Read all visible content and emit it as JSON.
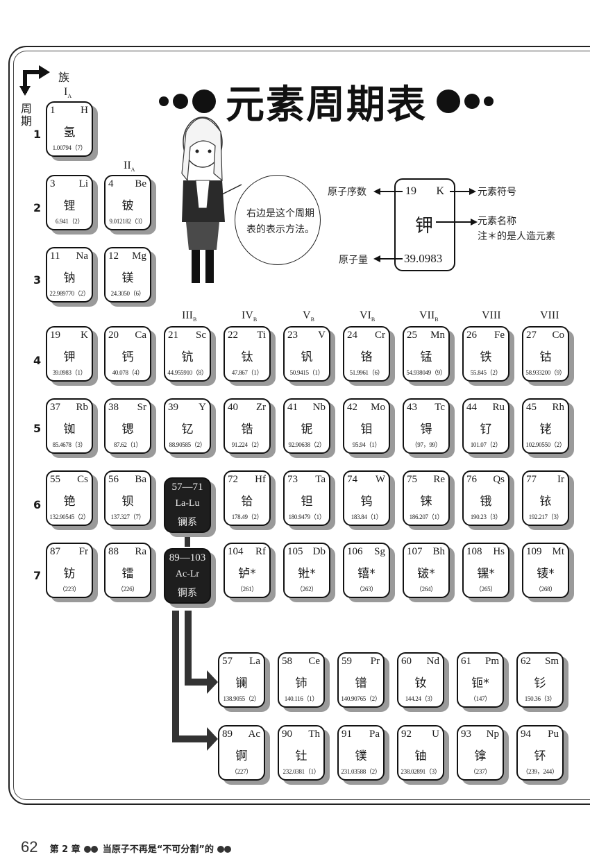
{
  "page": {
    "title": "元素周期表",
    "group_axis_label": "族",
    "period_axis_label": "周期",
    "speech_bubble": "右边是这个周期表的表示方法。",
    "legend": {
      "sample": {
        "number": "19",
        "symbol": "K",
        "name": "钾",
        "mass": "39.0983"
      },
      "atomic_number_label": "原子序数",
      "symbol_label": "元素符号",
      "name_label": "元素名称",
      "note": "注＊的是人造元素",
      "mass_label": "原子量"
    },
    "footer": {
      "page_number": "62",
      "chapter_prefix": "第 2 章",
      "chapter_title": "当原子不再是“不可分割”的"
    }
  },
  "groups": {
    "g1": "I",
    "g1_sub": "A",
    "g2": "II",
    "g2_sub": "A",
    "g3": "III",
    "g3_sub": "B",
    "g4": "IV",
    "g4_sub": "B",
    "g5": "V",
    "g5_sub": "B",
    "g6": "VI",
    "g6_sub": "B",
    "g7": "VII",
    "g7_sub": "B",
    "g8": "VIII",
    "g9": "VIII"
  },
  "periods": [
    "1",
    "2",
    "3",
    "4",
    "5",
    "6",
    "7"
  ],
  "elements": [
    {
      "n": "1",
      "s": "H",
      "c": "氢",
      "m": "1.00794（7）"
    },
    {
      "n": "3",
      "s": "Li",
      "c": "锂",
      "m": "6.941（2）"
    },
    {
      "n": "4",
      "s": "Be",
      "c": "铍",
      "m": "9.012182（3）"
    },
    {
      "n": "11",
      "s": "Na",
      "c": "钠",
      "m": "22.989770（2）"
    },
    {
      "n": "12",
      "s": "Mg",
      "c": "镁",
      "m": "24.3050（6）"
    },
    {
      "n": "19",
      "s": "K",
      "c": "钾",
      "m": "39.0983（1）"
    },
    {
      "n": "20",
      "s": "Ca",
      "c": "钙",
      "m": "40.078（4）"
    },
    {
      "n": "21",
      "s": "Sc",
      "c": "钪",
      "m": "44.955910（8）"
    },
    {
      "n": "22",
      "s": "Ti",
      "c": "钛",
      "m": "47.867（1）"
    },
    {
      "n": "23",
      "s": "V",
      "c": "钒",
      "m": "50.9415（1）"
    },
    {
      "n": "24",
      "s": "Cr",
      "c": "铬",
      "m": "51.9961（6）"
    },
    {
      "n": "25",
      "s": "Mn",
      "c": "锰",
      "m": "54.938049（9）"
    },
    {
      "n": "26",
      "s": "Fe",
      "c": "铁",
      "m": "55.845（2）"
    },
    {
      "n": "27",
      "s": "Co",
      "c": "钴",
      "m": "58.933200（9）"
    },
    {
      "n": "37",
      "s": "Rb",
      "c": "铷",
      "m": "85.4678（3）"
    },
    {
      "n": "38",
      "s": "Sr",
      "c": "锶",
      "m": "87.62（1）"
    },
    {
      "n": "39",
      "s": "Y",
      "c": "钇",
      "m": "88.90585（2）"
    },
    {
      "n": "40",
      "s": "Zr",
      "c": "锆",
      "m": "91.224（2）"
    },
    {
      "n": "41",
      "s": "Nb",
      "c": "铌",
      "m": "92.90638（2）"
    },
    {
      "n": "42",
      "s": "Mo",
      "c": "钼",
      "m": "95.94（1）"
    },
    {
      "n": "43",
      "s": "Tc",
      "c": "锝",
      "m": "（97，99）"
    },
    {
      "n": "44",
      "s": "Ru",
      "c": "钌",
      "m": "101.07（2）"
    },
    {
      "n": "45",
      "s": "Rh",
      "c": "铑",
      "m": "102.90550（2）"
    },
    {
      "n": "55",
      "s": "Cs",
      "c": "铯",
      "m": "132.90545（2）"
    },
    {
      "n": "56",
      "s": "Ba",
      "c": "钡",
      "m": "137.327（7）"
    },
    {
      "n": "72",
      "s": "Hf",
      "c": "铪",
      "m": "178.49（2）"
    },
    {
      "n": "73",
      "s": "Ta",
      "c": "钽",
      "m": "180.9479（1）"
    },
    {
      "n": "74",
      "s": "W",
      "c": "钨",
      "m": "183.84（1）"
    },
    {
      "n": "75",
      "s": "Re",
      "c": "铼",
      "m": "186.207（1）"
    },
    {
      "n": "76",
      "s": "Qs",
      "c": "锇",
      "m": "190.23（3）"
    },
    {
      "n": "77",
      "s": "Ir",
      "c": "铱",
      "m": "192.217（3）"
    },
    {
      "n": "87",
      "s": "Fr",
      "c": "钫",
      "m": "（223）"
    },
    {
      "n": "88",
      "s": "Ra",
      "c": "镭",
      "m": "（226）"
    },
    {
      "n": "104",
      "s": "Rf",
      "c": "𬬻*",
      "m": "（261）"
    },
    {
      "n": "105",
      "s": "Db",
      "c": "𬭊*",
      "m": "（262）"
    },
    {
      "n": "106",
      "s": "Sg",
      "c": "𬭳*",
      "m": "（263）"
    },
    {
      "n": "107",
      "s": "Bh",
      "c": "𬭛*",
      "m": "（264）"
    },
    {
      "n": "108",
      "s": "Hs",
      "c": "𬭶*",
      "m": "（265）"
    },
    {
      "n": "109",
      "s": "Mt",
      "c": "鿏*",
      "m": "（268）"
    },
    {
      "n": "57",
      "s": "La",
      "c": "镧",
      "m": "138.9055（2）"
    },
    {
      "n": "58",
      "s": "Ce",
      "c": "铈",
      "m": "140.116（1）"
    },
    {
      "n": "59",
      "s": "Pr",
      "c": "镨",
      "m": "140.90765（2）"
    },
    {
      "n": "60",
      "s": "Nd",
      "c": "钕",
      "m": "144.24（3）"
    },
    {
      "n": "61",
      "s": "Pm",
      "c": "钷*",
      "m": "（147）"
    },
    {
      "n": "62",
      "s": "Sm",
      "c": "钐",
      "m": "150.36（3）"
    },
    {
      "n": "89",
      "s": "Ac",
      "c": "锕",
      "m": "（227）"
    },
    {
      "n": "90",
      "s": "Th",
      "c": "钍",
      "m": "232.0381（1）"
    },
    {
      "n": "91",
      "s": "Pa",
      "c": "镤",
      "m": "231.03588（2）"
    },
    {
      "n": "92",
      "s": "U",
      "c": "铀",
      "m": "238.02891（3）"
    },
    {
      "n": "93",
      "s": "Np",
      "c": "镎",
      "m": "（237）"
    },
    {
      "n": "94",
      "s": "Pu",
      "c": "钚",
      "m": "（239，244）"
    }
  ],
  "series": [
    {
      "range": "57—71",
      "symbols": "La-Lu",
      "name": "镧系"
    },
    {
      "range": "89—103",
      "symbols": "Ac-Lr",
      "name": "锕系"
    }
  ]
}
